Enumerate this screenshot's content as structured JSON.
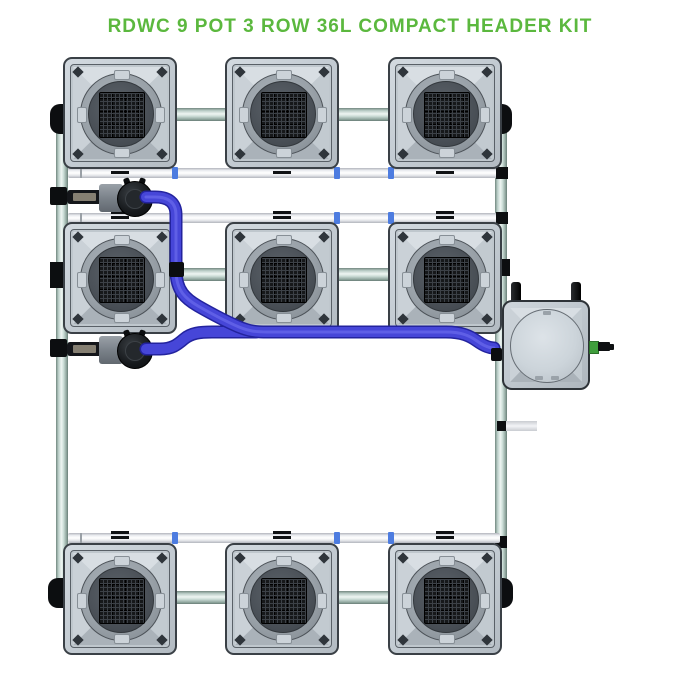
{
  "title": {
    "text": "RDWC 9 POT 3 ROW 36L COMPACT HEADER KIT",
    "color": "#5bb83e"
  },
  "system": {
    "pot_count": 9,
    "row_count": 3,
    "pot_volume_label": "36L",
    "kit_style_label": "COMPACT HEADER KIT",
    "components": {
      "grow_pot": "square grow pot with round net-pot mesh lid",
      "header_tank": "round-lid header reservoir with two top posts and right drain valve",
      "pumps": "two black inline pumps on left manifold",
      "feed_tubing": "blue flexible feed tubing from pumps to header tank",
      "manifold_pipes": "teal rigid manifold pipes linking pots per row and down both sides",
      "return_pipes": "white return pipes with black unions and blue joints"
    }
  },
  "colors": {
    "title_green": "#5bb83e",
    "tube_blue": "#4646d8",
    "pipe_teal": "#c3d6d0",
    "pipe_white": "#f2f3f6",
    "pot_gray": "#c8cfd5",
    "fitting_black": "#0c0e10",
    "valve_green": "#3f9e3c"
  }
}
